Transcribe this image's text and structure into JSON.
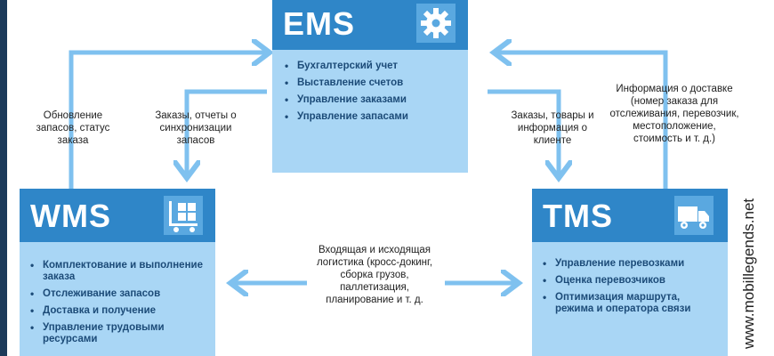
{
  "ems": {
    "title": "EMS",
    "icon": "gear-icon",
    "items": [
      "Бухгалтерский учет",
      "Выставление счетов",
      "Управление заказами",
      "Управление запасами"
    ]
  },
  "wms": {
    "title": "WMS",
    "icon": "warehouse-cart-icon",
    "items": [
      "Комплектование и выполнение заказа",
      "Отслеживание запасов",
      "Доставка и получение",
      "Управление трудовыми ресурсами"
    ]
  },
  "tms": {
    "title": "TMS",
    "icon": "truck-icon",
    "items": [
      "Управление перевозками",
      "Оценка перевозчиков",
      "Оптимизация маршрута, режима и оператора связи"
    ]
  },
  "flows": {
    "wms_to_ems": "Обновление запасов, статус заказа",
    "ems_to_wms": "Заказы, отчеты о синхронизации запасов",
    "ems_to_tms": "Заказы, товары и информация о клиенте",
    "tms_to_ems": "Информация о доставке (номер заказа для отслеживания, перевозчик, местоположение, стоимость и т. д.)",
    "wms_tms": "Входящая и исходящая логистика (кросс-докинг, сборка грузов, паллетизация, планирование и т. д."
  },
  "colors": {
    "card_body": "#a9d6f5",
    "card_header": "#2f86c8",
    "arrow": "#7fc1ef",
    "item_text": "#1c4b78"
  },
  "watermark": "www.mobillegends.net"
}
